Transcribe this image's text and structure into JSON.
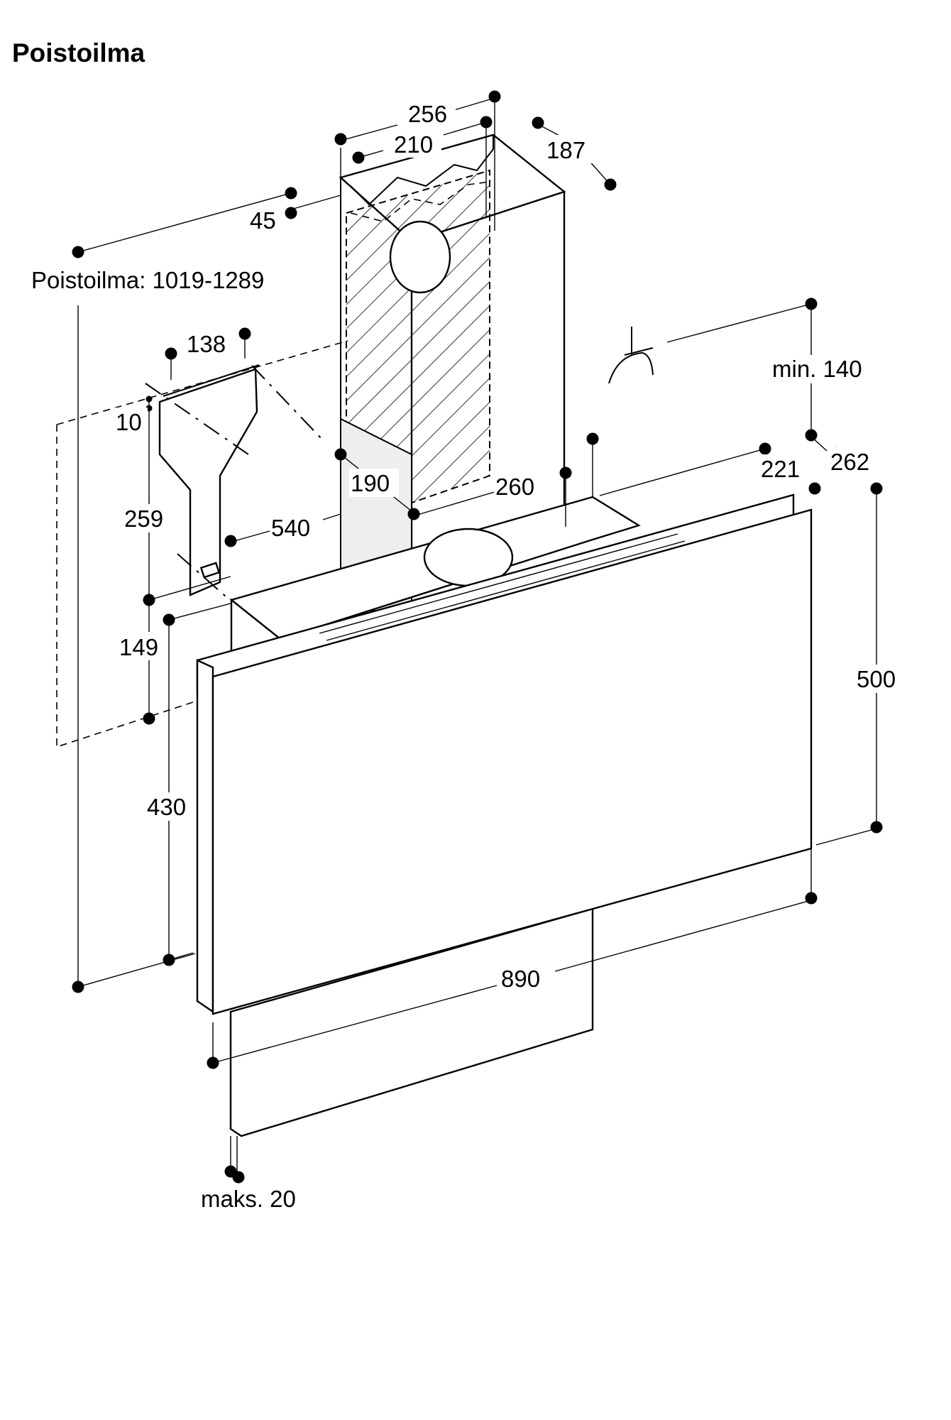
{
  "title": "Poistoilma",
  "dimensions": {
    "exhaust_height": "Poistoilma: 1019-1289",
    "d256": "256",
    "d210": "210",
    "d187": "187",
    "d45": "45",
    "d138": "138",
    "d10": "10",
    "d259": "259",
    "d149": "149",
    "d190": "190",
    "d540": "540",
    "d260": "260",
    "d221": "221",
    "d262": "262",
    "min140": "min. 140",
    "d500": "500",
    "d430": "430",
    "d890": "890",
    "max20": "maks. 20"
  },
  "colors": {
    "line": "#000000",
    "background": "#ffffff",
    "shade": "#eeeeee"
  }
}
